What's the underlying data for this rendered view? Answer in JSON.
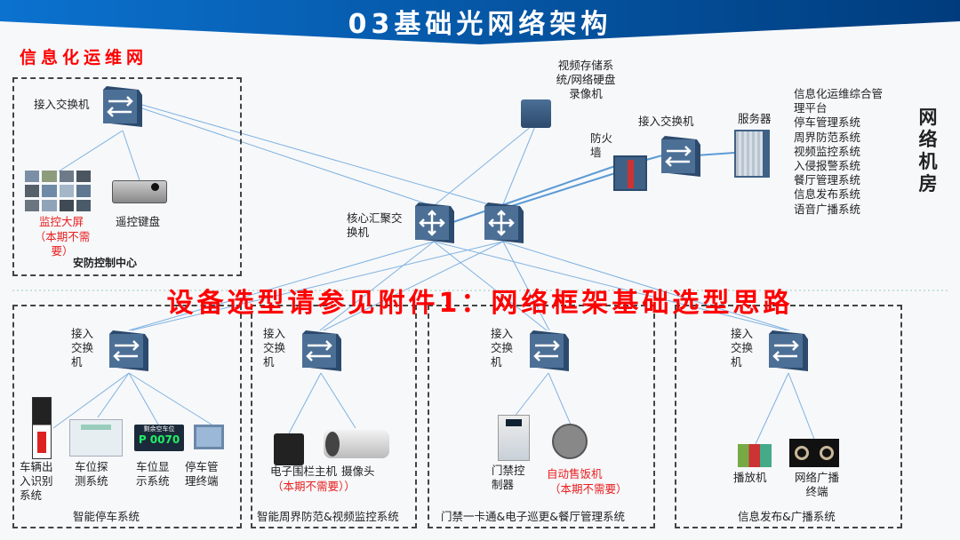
{
  "header": {
    "title": "03基础光网络架构"
  },
  "section_title": "信息化运维网",
  "banner": "设备选型请参见附件1：网络框架基础选型思路",
  "network_room": {
    "title": "网络机房",
    "nvr_label": "视频存储系统/网络硬盘录像机",
    "firewall_label": "防火墙",
    "access_switch_label": "接入交换机",
    "server_label": "服务器",
    "systems": [
      "信息化运维综合管理平台",
      "停车管理系统",
      "周界防范系统",
      "视频监控系统",
      "入侵报警系统",
      "餐厅管理系统",
      "信息发布系统",
      "语音广播系统"
    ]
  },
  "core": {
    "label": "核心汇聚交换机"
  },
  "security_center": {
    "title": "安防控制中心",
    "switch_label": "接入交换机",
    "wall_label": "监控大屏",
    "wall_note": "（本期不需要）",
    "keyboard_label": "遥控键盘"
  },
  "subsystems": [
    {
      "title": "智能停车系统",
      "switch_label": "接入交换机",
      "devices": [
        "车辆出入识别系统",
        "车位探测系统",
        "车位显示系统",
        "停车管理终端"
      ],
      "display_header": "剩余空车位",
      "display_value": "P 0070"
    },
    {
      "title": "智能周界防范&视频监控系统",
      "switch_label": "接入交换机",
      "devices": [
        "电子围栏主机",
        "摄像头"
      ],
      "note": "（本期不需要））"
    },
    {
      "title": "门禁一卡通&电子巡更&餐厅管理系统",
      "switch_label": "接入交换机",
      "devices": [
        "门禁控制器",
        "自动售饭机"
      ],
      "note": "（本期不需要）"
    },
    {
      "title": "信息发布&广播系统",
      "switch_label": "接入交换机",
      "devices": [
        "播放机",
        "网络广播终端"
      ]
    }
  ],
  "colors": {
    "header_blue": "#0b5cad",
    "accent_red": "#f00000",
    "link_blue": "#5b9bd5",
    "device_blue": "#3f6186"
  }
}
